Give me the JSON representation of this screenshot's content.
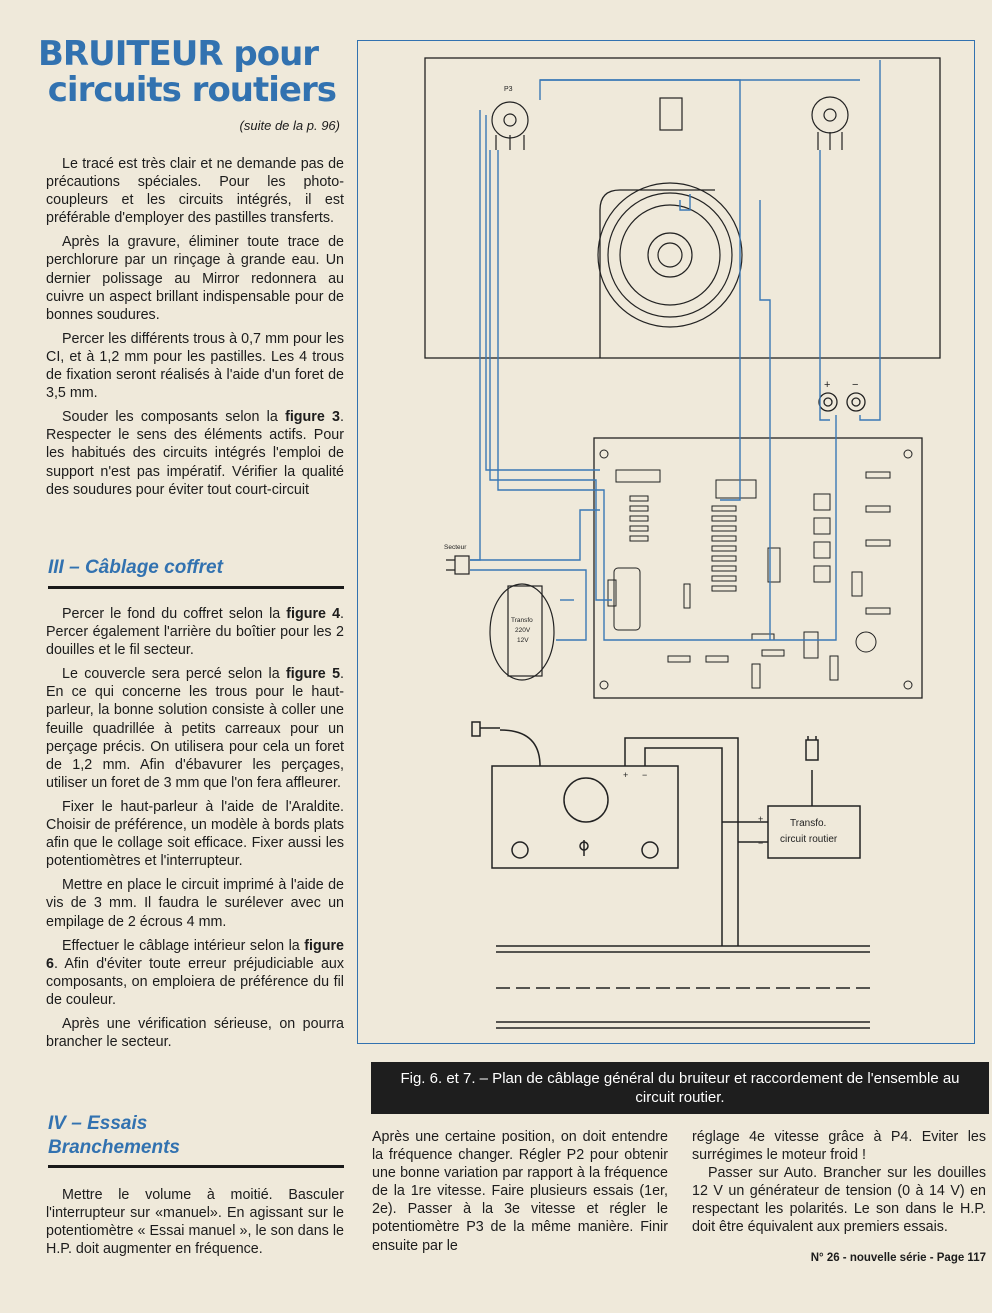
{
  "title": {
    "line1": "BRUITEUR pour",
    "line2": "circuits routiers"
  },
  "suite": "(suite de la p. 96)",
  "intro_paragraphs": [
    "Le tracé est très clair et ne demande pas de précautions spéciales. Pour les photo-coupleurs et les circuits intégrés, il est préférable d'employer des pastilles transferts.",
    "Après la gravure, éliminer toute trace de perchlorure par un rinçage à grande eau. Un dernier polissage au Mirror redonnera au cuivre un aspect brillant indispensable pour de bonnes soudures.",
    "Percer les différents trous à 0,7 mm pour les CI, et à 1,2 mm pour les pastilles. Les 4 trous de fixation seront réalisés à l'aide d'un foret de 3,5 mm."
  ],
  "p_souder": {
    "pre": "Souder les composants selon la ",
    "ref": "figure 3",
    "post": ". Respecter le sens des éléments actifs. Pour les habitués des circuits intégrés l'emploi de support n'est pas impératif. Vérifier la qualité des soudures pour éviter tout court-circuit"
  },
  "section3": {
    "heading": "III – Câblage coffret",
    "p1": {
      "pre": "Percer le fond du coffret selon la ",
      "ref": "figure 4",
      "post": ". Percer également l'arrière du boîtier pour les 2 douilles et le fil secteur."
    },
    "p2": {
      "pre": "Le couvercle sera percé selon la ",
      "ref": "figure 5",
      "post": ". En ce qui concerne les trous pour le haut-parleur, la bonne solution consiste à coller une feuille quadrillée à petits carreaux pour un perçage précis. On utilisera pour cela un foret de 1,2 mm. Afin d'ébavurer les perçages, utiliser un foret de 3 mm que l'on fera affleurer."
    },
    "p3": "Fixer le haut-parleur à l'aide de l'Araldite. Choisir de préférence, un modèle à bords plats afin que le collage soit efficace. Fixer aussi les potentiomètres et l'interrupteur.",
    "p4": "Mettre en place le circuit imprimé à l'aide de vis de 3 mm. Il faudra le surélever avec un empilage de 2 écrous 4 mm.",
    "p5": {
      "pre": "Effectuer le câblage intérieur selon la ",
      "ref": "figure 6",
      "post": ". Afin d'éviter toute erreur préjudiciable aux composants, on emploiera de préférence du fil de couleur."
    },
    "p6": "Après une vérification sérieuse, on pourra brancher le secteur."
  },
  "section4": {
    "heading_line1": "IV – Essais",
    "heading_line2": "Branchements",
    "p1": "Mettre le volume à moitié. Basculer l'interrupteur sur «manuel». En agissant sur le potentiomètre « Essai manuel », le son dans le H.P. doit augmenter en fréquence."
  },
  "figure_labels": {
    "secteur": "Secteur",
    "transfo_1": "Transfo",
    "transfo_2": "220V",
    "transfo_3": "12V",
    "plus": "+",
    "minus": "−",
    "box_line1": "Transfo.",
    "box_line2": "circuit routier",
    "box_plus": "+",
    "box_minus": "−",
    "p3_label": "P3"
  },
  "caption": "Fig. 6. et 7. – Plan de câblage général du bruiteur et raccordement de l'ensemble au circuit routier.",
  "col_mid": "Après une certaine position, on doit entendre la fréquence changer. Régler P2 pour obtenir une bonne variation par rapport à la fréquence de la 1re vitesse. Faire plusieurs essais (1er, 2e). Passer à la 3e vitesse et régler le potentiomètre P3 de la même manière. Finir ensuite par le",
  "col_right_p1": "réglage 4e vitesse grâce à P4. Eviter les surrégimes le moteur froid !",
  "col_right_p2": "Passer sur Auto. Brancher sur les douilles 12 V un générateur de tension (0 à 14 V) en respectant les polarités. Le son dans le H.P. doit être équivalent aux premiers essais.",
  "footer": "N° 26 - nouvelle série - Page 117",
  "colors": {
    "accent_blue": "#3272b0",
    "paper": "#efe9da",
    "caption_bg": "#1e1e1e"
  }
}
